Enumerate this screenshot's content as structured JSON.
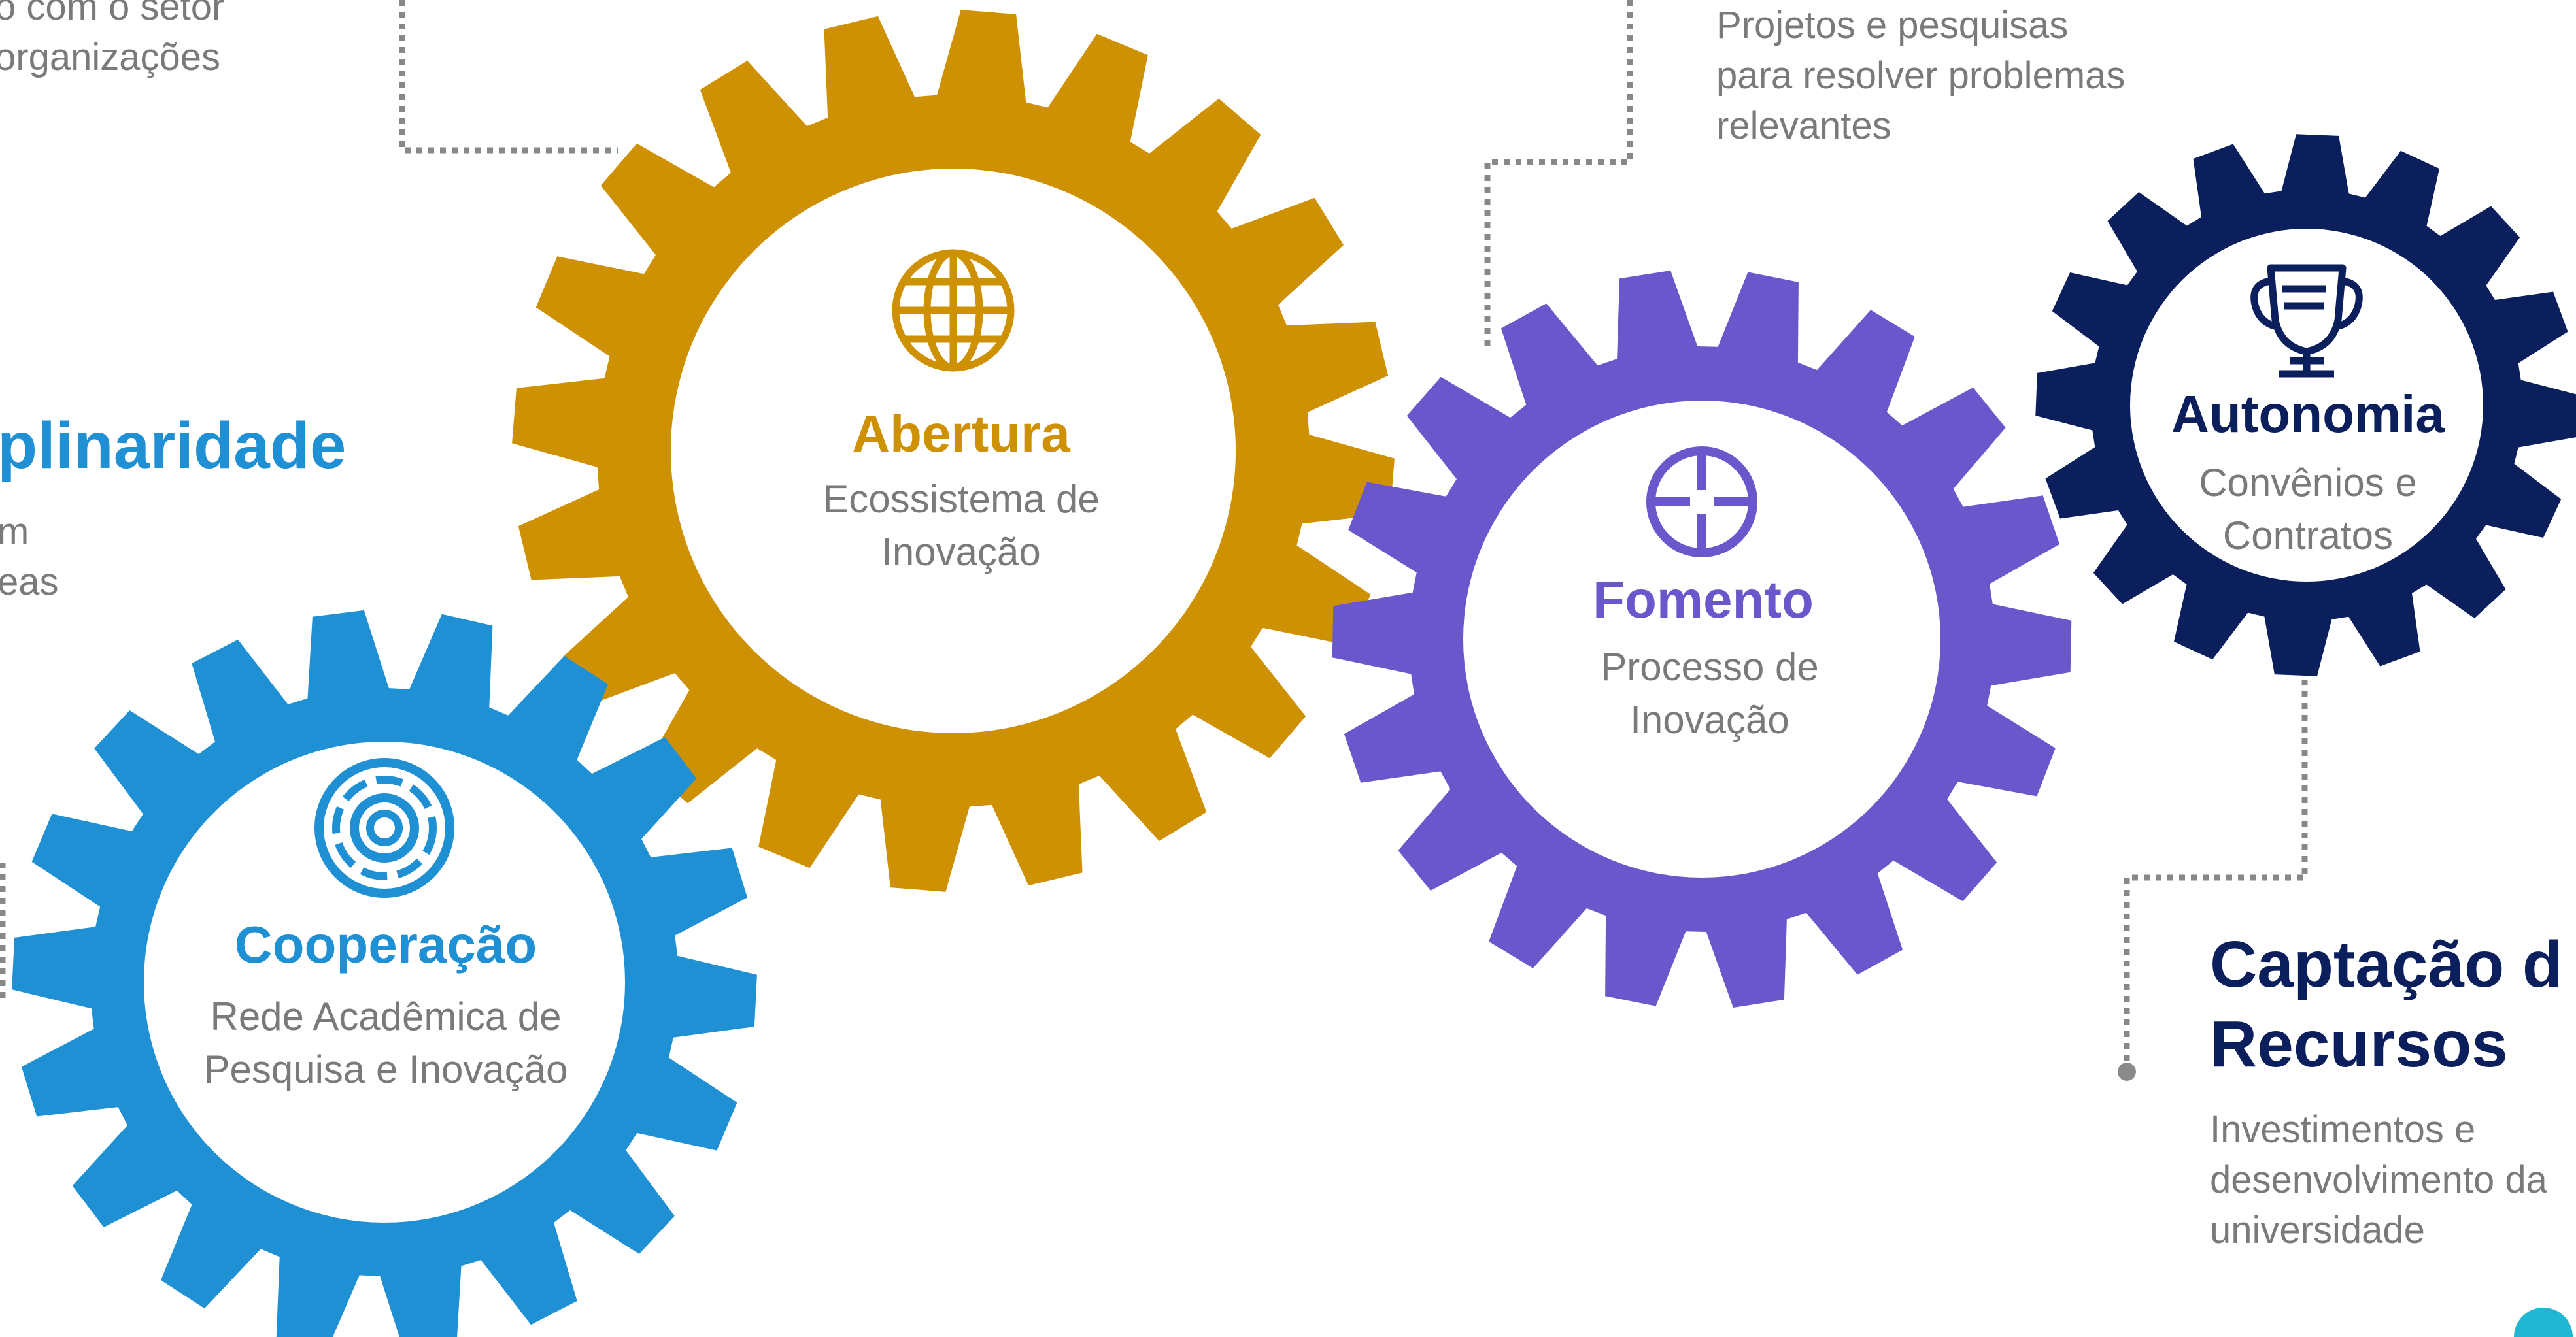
{
  "colors": {
    "cooperacao": "#2090d4",
    "abertura": "#cf9104",
    "fomento": "#6b57cc",
    "autonomia": "#0a1f5c",
    "subtext": "#7a7a7a",
    "accent_teal": "#1fb7d4"
  },
  "gears": [
    {
      "id": "cooperacao",
      "title": "Cooperação",
      "subtitle": [
        "Rede Acadêmica de",
        "Pesquisa e Inovação"
      ],
      "icon": "target-circle-icon"
    },
    {
      "id": "abertura",
      "title": "Abertura",
      "subtitle": [
        "Ecossistema de",
        "Inovação"
      ],
      "icon": "globe-icon"
    },
    {
      "id": "fomento",
      "title": "Fomento",
      "subtitle": [
        "Processo de",
        "Inovação"
      ],
      "icon": "crosshair-icon"
    },
    {
      "id": "autonomia",
      "title": "Autonomia",
      "subtitle": [
        "Convênios e",
        "Contratos"
      ],
      "icon": "trophy-icon"
    }
  ],
  "side_texts": {
    "top_left": [
      "o com o setor",
      "organizações"
    ],
    "left_heading": "plinaridade",
    "left_body": [
      "m",
      "eas"
    ],
    "top_right": [
      "Projetos e pesquisas",
      "para resolver problemas",
      "relevantes"
    ],
    "captacao_title": [
      "Captação d",
      "Recursos"
    ],
    "captacao_body": [
      "Investimentos e",
      "desenvolvimento da",
      "universidade"
    ]
  }
}
